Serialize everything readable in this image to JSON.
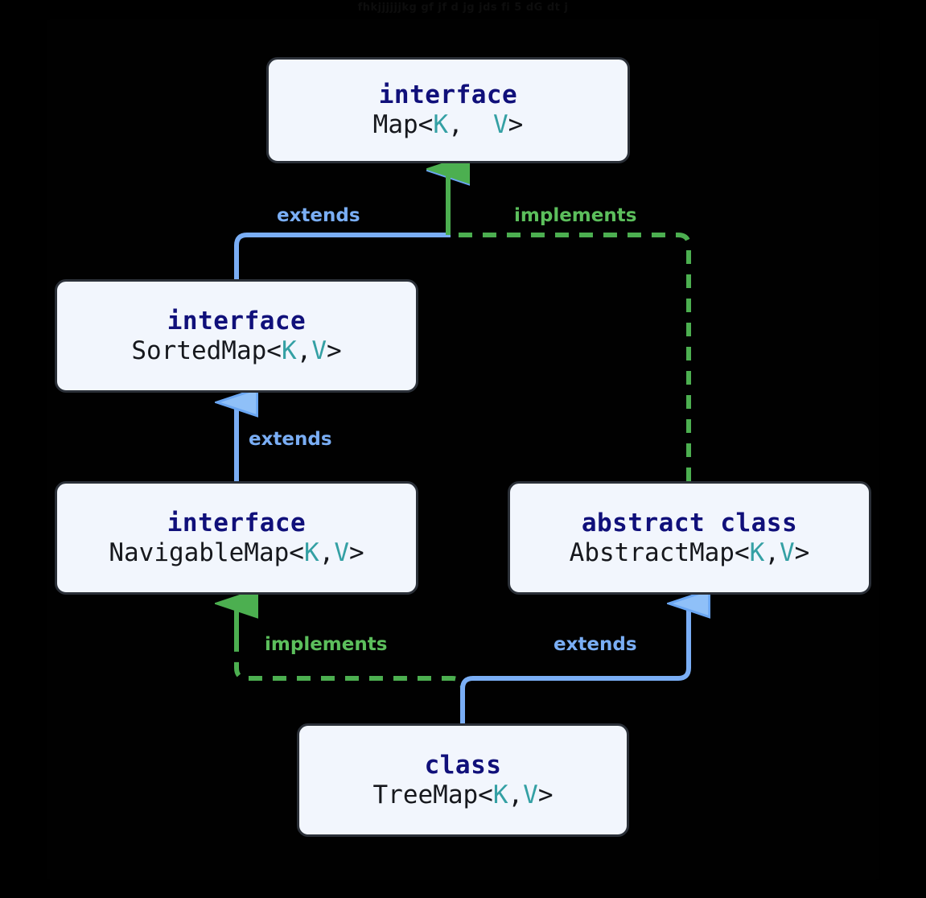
{
  "background": {
    "page": "#000000",
    "panel": "#010101"
  },
  "ghost_text": "fhkjjjjjjkg gf jf d jg jds fi  5 dG dt j",
  "palette": {
    "node_fill": "#f2f6fd",
    "node_border": "#2b3038",
    "keyword": "#10107a",
    "name": "#16181d",
    "generic": "#34a0a4",
    "extends": "#7aaef5",
    "implements": "#4caf50"
  },
  "nodes": {
    "map": {
      "keyword": "interface",
      "name_prefix": "Map<",
      "k": "K",
      "sep": ",  ",
      "v": "V",
      "name_suffix": ">"
    },
    "sortedmap": {
      "keyword": "interface",
      "name_prefix": "SortedMap<",
      "k": "K",
      "sep": ",",
      "v": "V",
      "name_suffix": ">"
    },
    "navigablemap": {
      "keyword": "interface",
      "name_prefix": "NavigableMap<",
      "k": "K",
      "sep": ",",
      "v": "V",
      "name_suffix": ">"
    },
    "abstractmap": {
      "keyword": "abstract class",
      "name_prefix": "AbstractMap<",
      "k": "K",
      "sep": ",",
      "v": "V",
      "name_suffix": ">"
    },
    "treemap": {
      "keyword": "class",
      "name_prefix": "TreeMap<",
      "k": "K",
      "sep": ",",
      "v": "V",
      "name_suffix": ">"
    }
  },
  "edges": [
    {
      "id": "sortedmap-extends-map",
      "label": "extends",
      "style": "solid",
      "color": "#7aaef5"
    },
    {
      "id": "abstractmap-implements-map",
      "label": "implements",
      "style": "dashed",
      "color": "#4caf50"
    },
    {
      "id": "navigablemap-extends-sortedmap",
      "label": "extends",
      "style": "solid",
      "color": "#7aaef5"
    },
    {
      "id": "treemap-implements-navigablemap",
      "label": "implements",
      "style": "dashed",
      "color": "#4caf50"
    },
    {
      "id": "treemap-extends-abstractmap",
      "label": "extends",
      "style": "solid",
      "color": "#7aaef5"
    }
  ]
}
